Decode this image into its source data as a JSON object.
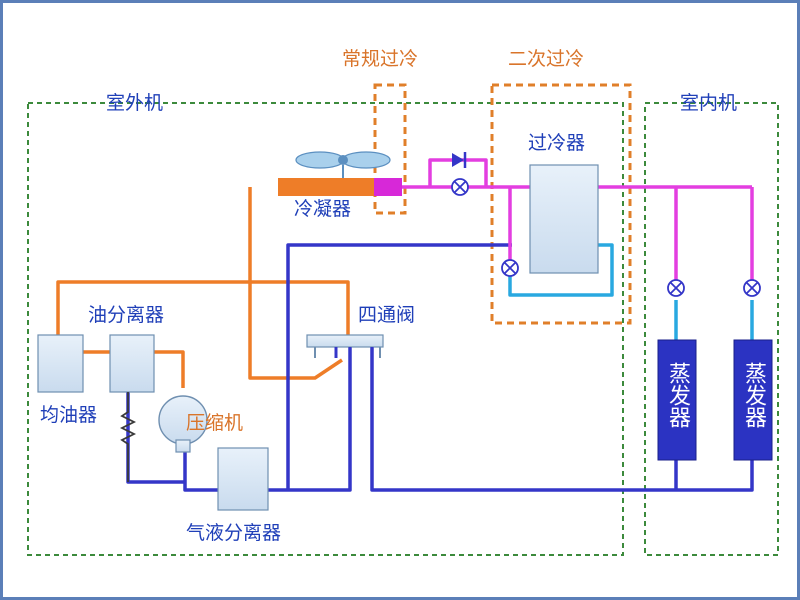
{
  "labels": {
    "outdoor_unit": "室外机",
    "indoor_unit": "室内机",
    "conventional_subcooling": "常规过冷",
    "secondary_subcooling": "二次过冷",
    "subcooler": "过冷器",
    "condenser": "冷凝器",
    "oil_separator": "油分离器",
    "four_way_valve": "四通阀",
    "oil_equalizer": "均油器",
    "compressor": "压缩机",
    "gas_liquid_separator": "气液分离器",
    "evaporator_1": "蒸发器",
    "evaporator_2": "蒸发器"
  },
  "colors": {
    "background": "#ffffff",
    "frame": "#5b7fb8",
    "dashed_green": "#3c8a3c",
    "dashed_orange": "#e07f2a",
    "pipe_orange": "#ee7d28",
    "pipe_blue": "#3436c8",
    "pipe_magenta": "#e33ee0",
    "pipe_cyan": "#29a8e0",
    "component_fill": "#d6e5f4",
    "evaporator_fill": "#2b33c2",
    "text_blue": "#1f3fb8",
    "text_orange": "#d9742a"
  },
  "icons": [
    "fan-icon",
    "check-valve-icon",
    "expansion-valve-icon",
    "spring-icon",
    "compressor-icon"
  ]
}
